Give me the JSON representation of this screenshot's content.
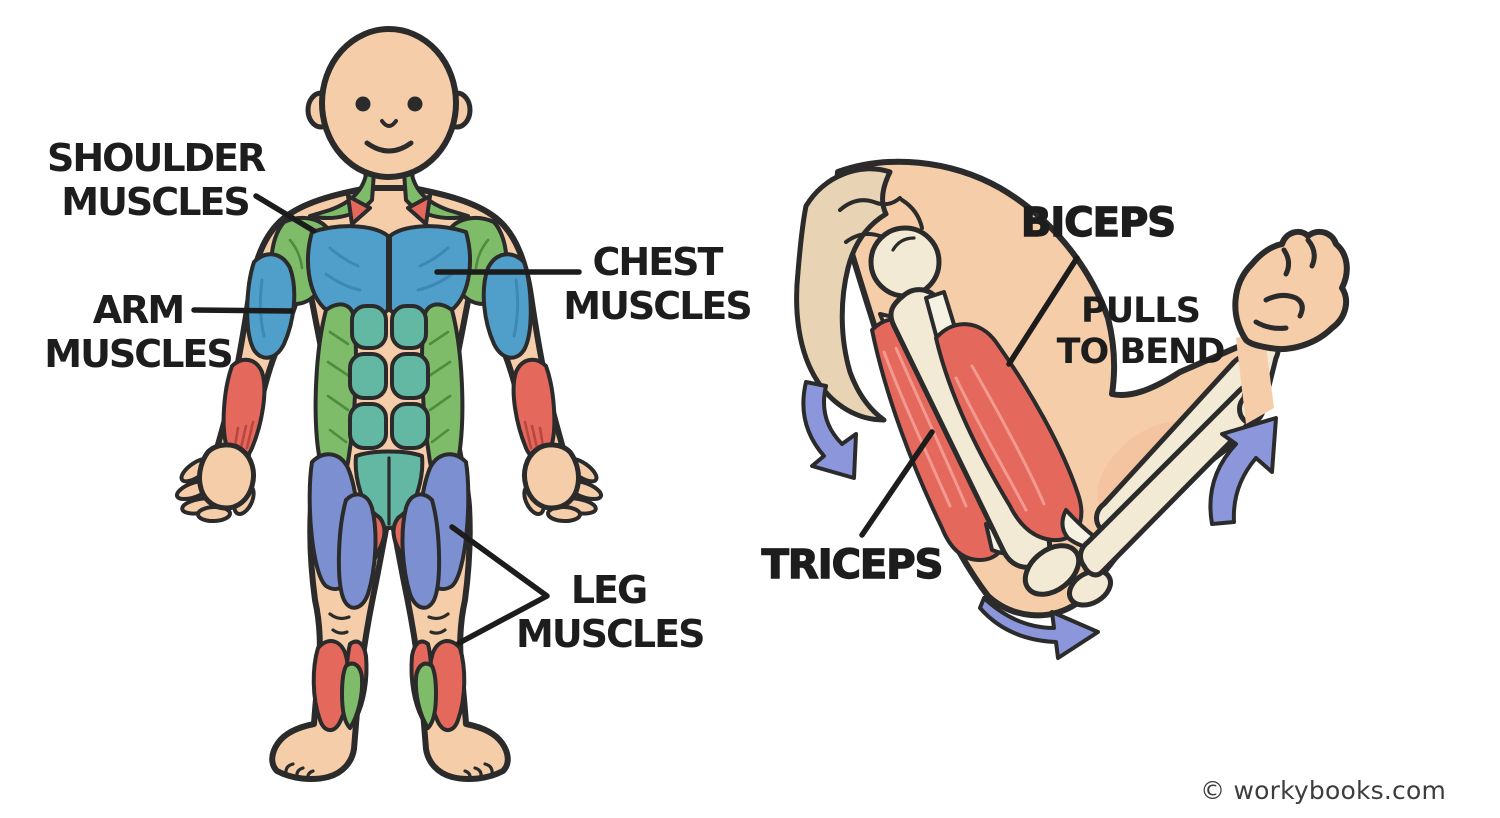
{
  "body_diagram": {
    "labels": {
      "shoulder": {
        "line1": "SHOULDER",
        "line2": "MUSCLES"
      },
      "arm": {
        "line1": "ARM",
        "line2": "MUSCLES"
      },
      "chest": {
        "line1": "CHEST",
        "line2": "MUSCLES"
      },
      "leg": {
        "line1": "LEG",
        "line2": "MUSCLES"
      }
    }
  },
  "arm_diagram": {
    "labels": {
      "biceps": "BICEPS",
      "biceps_action": {
        "line1": "PULLS",
        "line2": "TO BEND"
      },
      "triceps": "TRICEPS"
    }
  },
  "watermark": "© workybooks.com",
  "palette": {
    "background": "#ffffff",
    "outline": "#2b2b2b",
    "skin": "#f6cda9",
    "green_muscle": "#7fbc69",
    "blue_muscle": "#4f9fca",
    "teal_muscle": "#63b8a4",
    "red_muscle": "#e4685c",
    "periwinkle_muscle": "#7c90d1",
    "bone": "#f2ead4",
    "scapula": "#e8d4b4",
    "arrow_blue": "#8c97db"
  }
}
